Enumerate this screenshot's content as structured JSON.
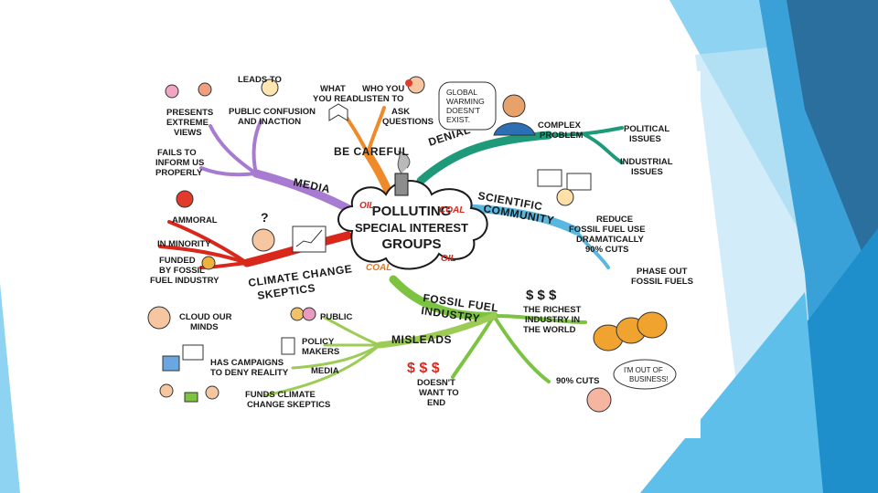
{
  "center": {
    "lines": [
      "POLLUTING",
      "SPECIAL INTEREST",
      "GROUPS"
    ],
    "fuel_tags": [
      "OIL",
      "COAL",
      "COAL",
      "OIL"
    ]
  },
  "branches": {
    "media": {
      "label": "MEDIA",
      "leaves": [
        "PRESENTS",
        "EXTREME",
        "VIEWS",
        "LEADS TO",
        "PUBLIC CONFUSION",
        "AND INACTION",
        "FAILS TO",
        "INFORM US",
        "PROPERLY"
      ]
    },
    "be_careful": {
      "label": "BE CAREFUL",
      "leaves": [
        "WHAT",
        "YOU READ",
        "WHO YOU",
        "LISTEN TO",
        "ASK",
        "QUESTIONS"
      ]
    },
    "denial": {
      "label": "DENIAL",
      "speech": [
        "GLOBAL",
        "WARMING",
        "DOESN'T",
        "EXIST."
      ],
      "sub": [
        "COMPLEX",
        "PROBLEM"
      ],
      "leaves": [
        "POLITICAL",
        "ISSUES",
        "INDUSTRIAL",
        "ISSUES"
      ]
    },
    "scientific": {
      "label": [
        "SCIENTIFIC",
        "COMMUNITY"
      ],
      "leaves": [
        "REDUCE",
        "FOSSIL FUEL USE",
        "DRAMATICALLY",
        "90% CUTS",
        "PHASE OUT",
        "FOSSIL FUELS"
      ]
    },
    "skeptics": {
      "label": [
        "CLIMATE CHANGE",
        "SKEPTICS"
      ],
      "question": "?",
      "leaves": [
        "AMMORAL",
        "IN MINORITY",
        "FUNDED",
        "BY FOSSIL",
        "FUEL INDUSTRY",
        "CLOUD OUR",
        "MINDS"
      ]
    },
    "fossil": {
      "label": [
        "FOSSIL FUEL",
        "INDUSTRY"
      ],
      "leaves": [
        "THE RICHEST",
        "INDUSTRY IN",
        "THE WORLD",
        "90% CUTS",
        "DOESN'T",
        "WANT TO",
        "END"
      ],
      "dollars": "$ $ $",
      "speech": [
        "I'M OUT OF",
        "BUSINESS!"
      ]
    },
    "misleads": {
      "label": "MISLEADS",
      "leaves": [
        "PUBLIC",
        "POLICY",
        "MAKERS",
        "MEDIA",
        "HAS CAMPAIGNS",
        "TO DENY REALITY",
        "FUNDS CLIMATE",
        "CHANGE SKEPTICS"
      ]
    }
  },
  "colors": {
    "slide_blue_dark": "#2b6f9e",
    "slide_blue_mid": "#3aa0d8",
    "slide_blue_light": "#8fd3f2",
    "media": "#a77bd1",
    "be_careful": "#ee8a2a",
    "denial": "#1e9a7a",
    "scientific": "#5bb7e0",
    "skeptics": "#d9271c",
    "fossil": "#7cc342",
    "misleads": "#9ccc55"
  }
}
